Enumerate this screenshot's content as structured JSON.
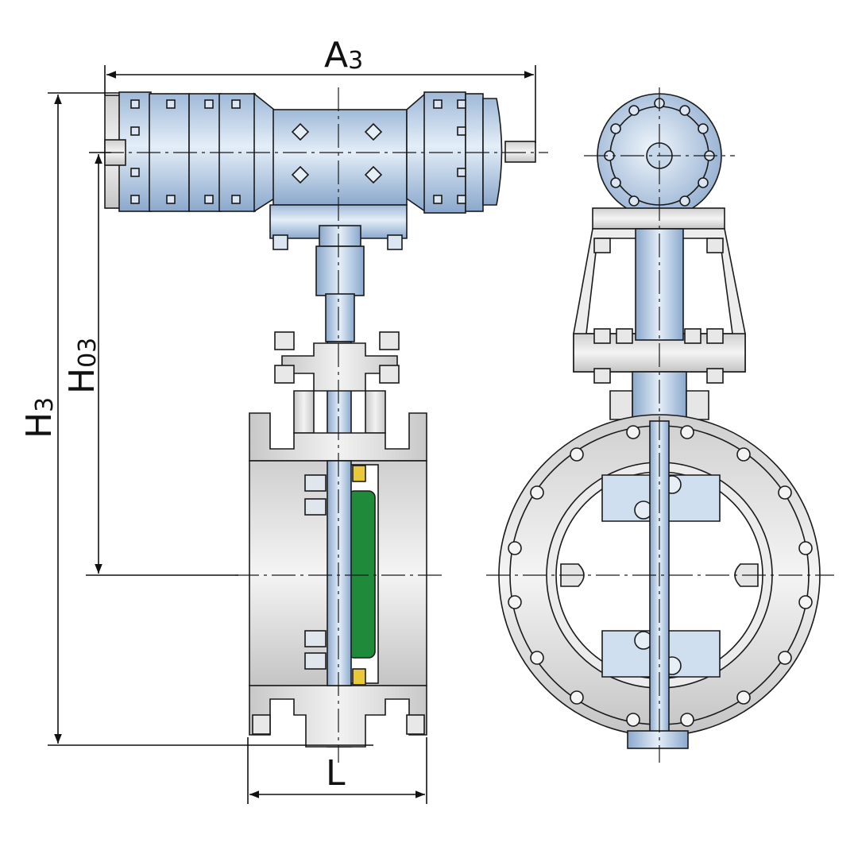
{
  "dimensions": {
    "a3": {
      "main": "A",
      "sub": "3"
    },
    "h3": {
      "main": "H",
      "sub": "3"
    },
    "h03": {
      "main": "H",
      "sub": "03"
    },
    "l": {
      "main": "L"
    }
  },
  "colors": {
    "line": "#1a1a1a",
    "actuator_blue": "#b9cde3",
    "actuator_dark": "#7f9fc4",
    "body_grey": "#d3d3d3",
    "body_light": "#ececec",
    "seal_green": "#1f8a3a",
    "seal_yellow": "#e8c93a"
  }
}
